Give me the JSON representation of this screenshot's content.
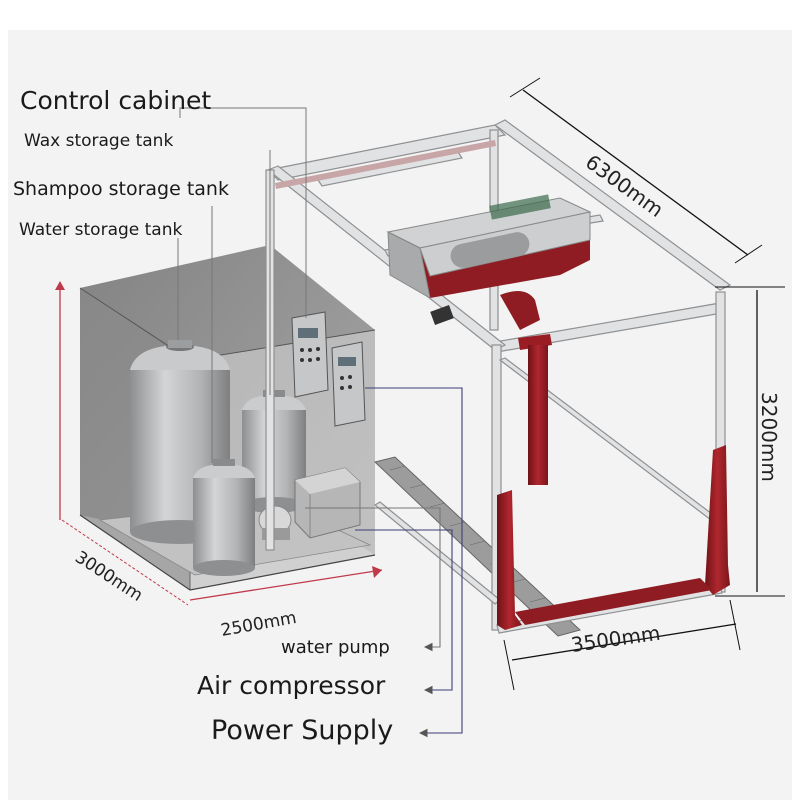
{
  "labels": {
    "control_cabinet": "Control cabinet",
    "wax_storage_tank": "Wax storage tank",
    "shampoo_storage_tank": "Shampoo storage tank",
    "water_storage_tank": "Water storage tank",
    "water_pump": "water pump",
    "air_compressor": "Air compressor",
    "power_supply": "Power Supply"
  },
  "dimensions": {
    "length": "6300mm",
    "height": "3200mm",
    "width": "3500mm",
    "room_depth": "3000mm",
    "room_width": "2500mm"
  },
  "colors": {
    "frame": "#d9dadb",
    "frame_edge": "#9a9c9e",
    "machine_red": "#8e1c22",
    "tank": "#b9babb",
    "room_wall": "#8f8f8f",
    "dimension_red": "#c0394b",
    "leader_blue": "#3d3d7a"
  }
}
